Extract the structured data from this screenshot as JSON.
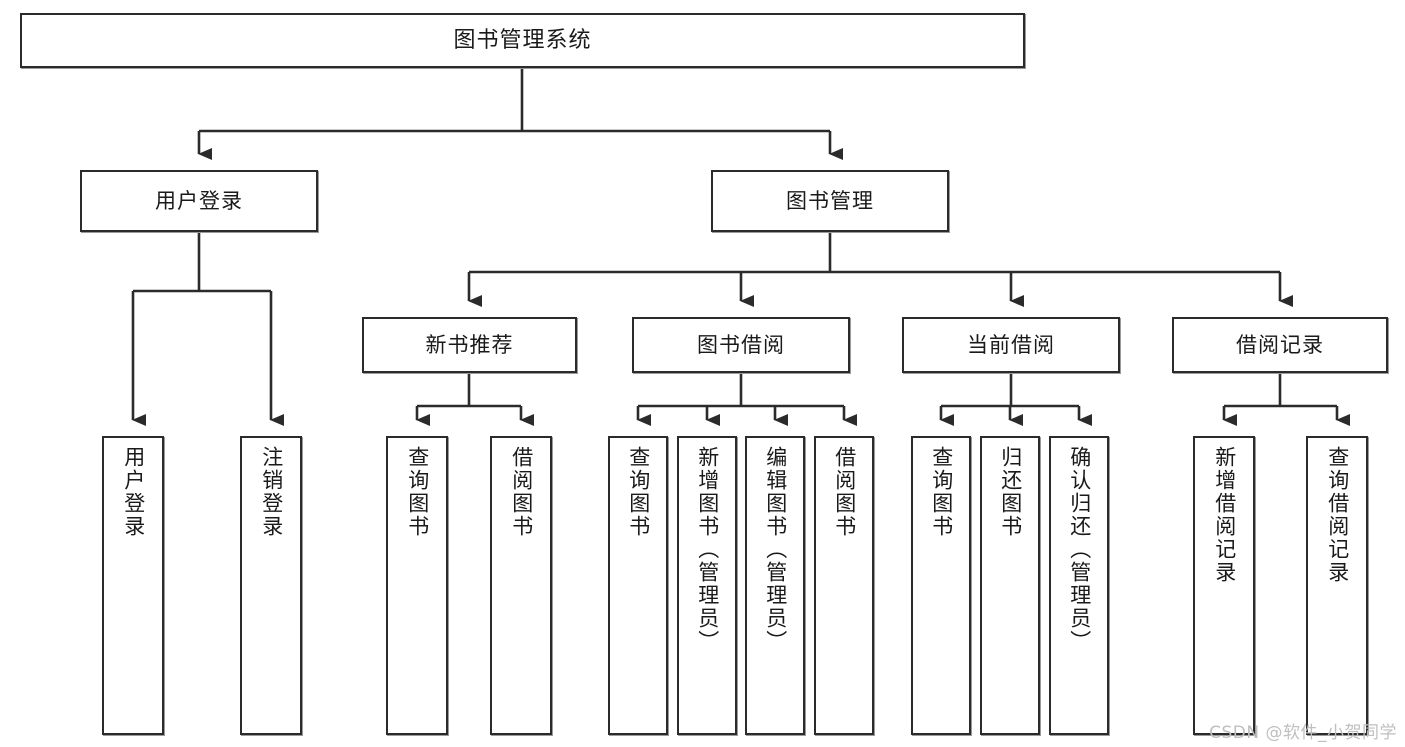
{
  "diagram": {
    "type": "tree",
    "title": "图书管理系统",
    "watermark": "CSDN @软件_小贺同学",
    "colors": {
      "box_border": "#2b2b2b",
      "box_fill": "#ffffff",
      "connector": "#2b2b2b",
      "text": "#1a1a1a",
      "watermark": "#bfbfbf",
      "background": "#ffffff"
    },
    "nodes": {
      "root": {
        "label": "图书管理系统"
      },
      "level2": [
        {
          "id": "user-login",
          "label": "用户登录"
        },
        {
          "id": "book-manage",
          "label": "图书管理"
        }
      ],
      "level3": [
        {
          "id": "new-book-rec",
          "label": "新书推荐"
        },
        {
          "id": "book-borrow",
          "label": "图书借阅"
        },
        {
          "id": "current-borrow",
          "label": "当前借阅"
        },
        {
          "id": "borrow-record",
          "label": "借阅记录"
        }
      ],
      "leaves": {
        "user-login": [
          {
            "id": "leaf-user-login",
            "label": "用户登录"
          },
          {
            "id": "leaf-logout-login",
            "label": "注销登录"
          }
        ],
        "new-book-rec": [
          {
            "id": "leaf-query-book-1",
            "label": "查询图书"
          },
          {
            "id": "leaf-borrow-book-1",
            "label": "借阅图书"
          }
        ],
        "book-borrow": [
          {
            "id": "leaf-query-book-2",
            "label": "查询图书"
          },
          {
            "id": "leaf-add-book",
            "label": "新增图书（管理员）"
          },
          {
            "id": "leaf-edit-book",
            "label": "编辑图书（管理员）"
          },
          {
            "id": "leaf-borrow-book-2",
            "label": "借阅图书"
          }
        ],
        "current-borrow": [
          {
            "id": "leaf-query-book-3",
            "label": "查询图书"
          },
          {
            "id": "leaf-return-book",
            "label": "归还图书"
          },
          {
            "id": "leaf-confirm-return",
            "label": "确认归还（管理员）"
          }
        ],
        "borrow-record": [
          {
            "id": "leaf-add-record",
            "label": "新增借阅记录"
          },
          {
            "id": "leaf-query-record",
            "label": "查询借阅记录"
          }
        ]
      }
    }
  }
}
